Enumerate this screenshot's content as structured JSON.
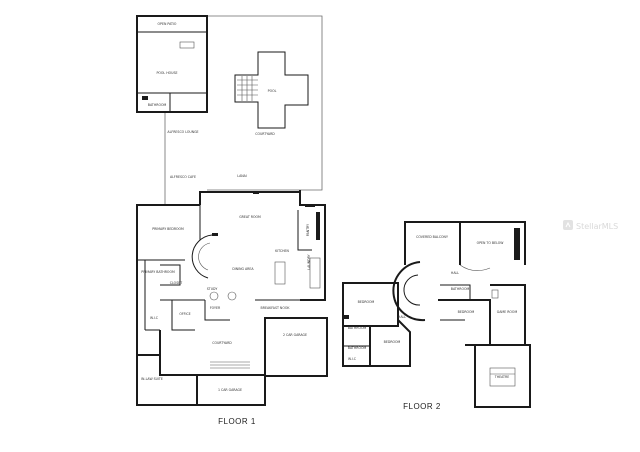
{
  "floors": {
    "floor1": "FLOOR 1",
    "floor2": "FLOOR 2"
  },
  "rooms_floor1": {
    "open_patio": "OPEN PATIO",
    "pool_house": "POOL HOUSE",
    "bathroom_pool": "BATHROOM",
    "pool": "POOL",
    "courtyard_back": "COURTYARD",
    "alfresco_lounge": "ALFRESCO LOUNGE",
    "lanai": "LANAI",
    "alfresco_cafe": "ALFRESCO CAFE",
    "primary_bedroom": "PRIMARY BEDROOM",
    "great_room": "GREAT ROOM",
    "kitchen": "KITCHEN",
    "dining_area": "DINING AREA",
    "primary_bathroom": "PRIMARY BATHROOM",
    "closet": "CLOSET",
    "study": "STUDY",
    "office": "OFFICE",
    "foyer": "FOYER",
    "breakfast_nook": "BREAKFAST NOOK",
    "wic": "W.I.C",
    "two_car_garage": "2 CAR GARAGE",
    "courtyard_front": "COURTYARD",
    "in_law_suite": "IN-LAW SUITE",
    "one_car_garage": "1 CAR GARAGE",
    "laundry": "LAUNDRY",
    "pantry": "PANTRY"
  },
  "rooms_floor2": {
    "covered_balcony": "COVERED BALCONY",
    "open_to_below": "OPEN TO BELOW",
    "hall_a": "HALL",
    "bathroom_a": "BATHROOM",
    "bedroom_a": "BEDROOM",
    "hall_b": "HALL",
    "bathroom_b": "BATHROOM",
    "bedroom_b": "BEDROOM",
    "bathroom_c": "BATHROOM",
    "bedroom_c": "BEDROOM",
    "wic": "W.I.C",
    "game_room": "GAME ROOM",
    "theatre": "THEATRE"
  },
  "watermark": {
    "text": "StellarMLS",
    "icon": "mls-logo-icon"
  },
  "colors": {
    "wall": "#1a1a1a",
    "background": "#ffffff",
    "watermark": "#d9d9d9"
  }
}
